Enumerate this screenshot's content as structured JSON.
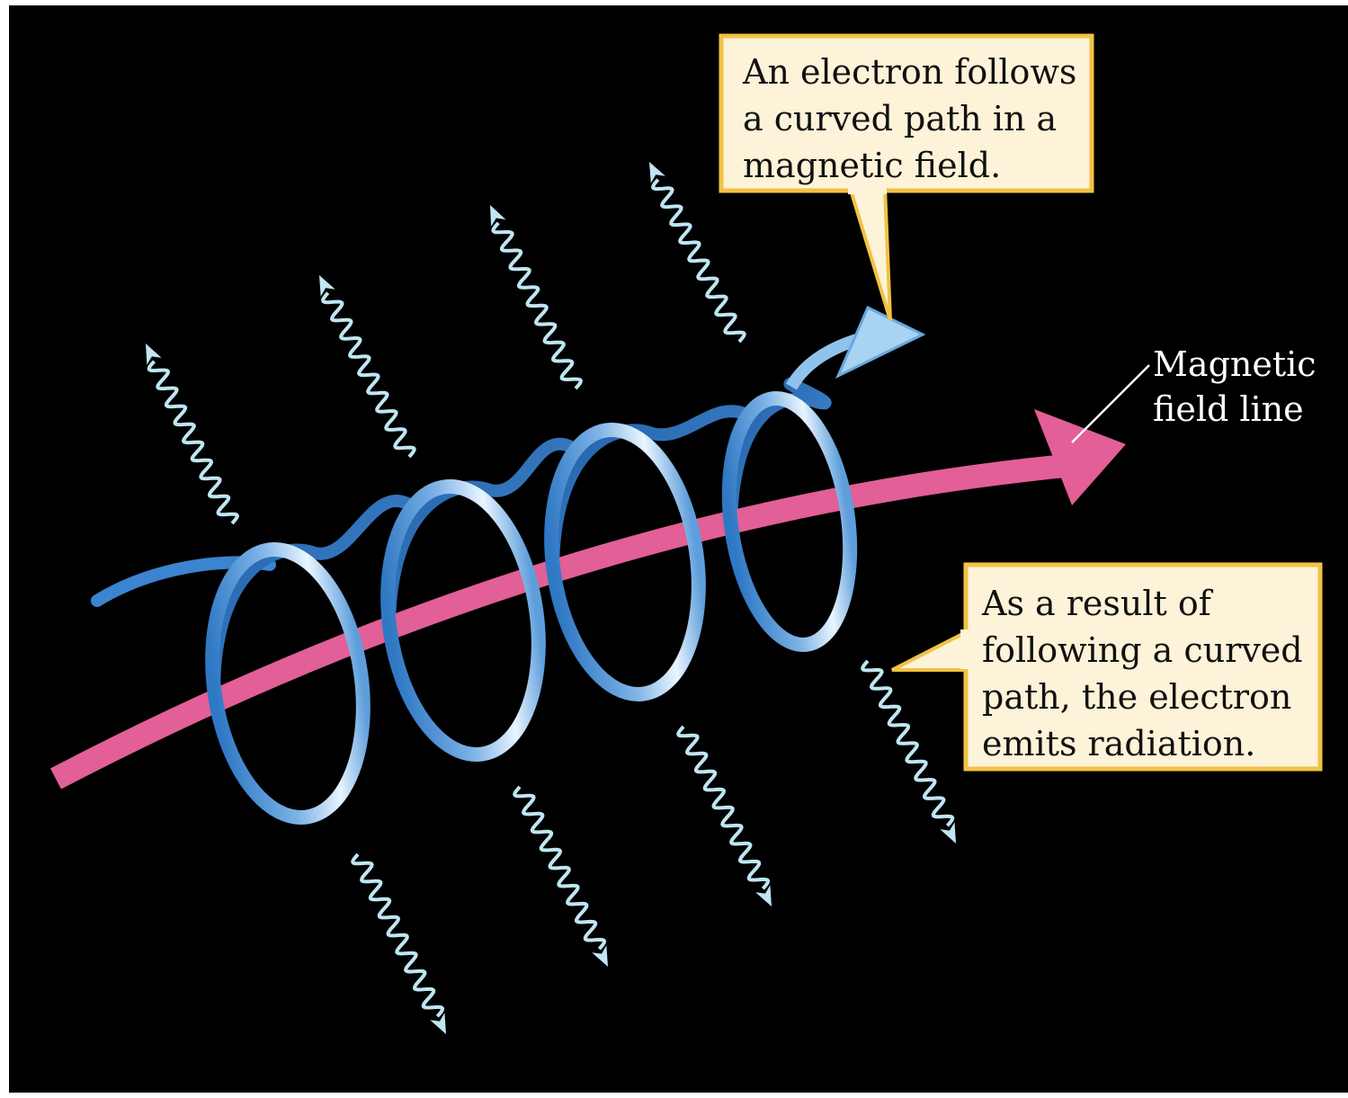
{
  "callouts": {
    "electron_path": "An electron follows\na curved path in a\nmagnetic field.",
    "radiation": "As a result of\nfollowing a curved\npath, the electron\nemits radiation."
  },
  "labels": {
    "field_line": "Magnetic\nfield line"
  },
  "colors": {
    "background": "#000000",
    "field_line": "#e25f97",
    "helix_dark": "#3b84cf",
    "helix_light": "#e8f4ff",
    "photon": "#bfe6f2",
    "callout_fill": "#fdf3d9",
    "callout_border": "#f2c244"
  },
  "icons": {
    "photon": "wavy-arrow-icon",
    "field_arrow": "arrowhead-icon"
  }
}
